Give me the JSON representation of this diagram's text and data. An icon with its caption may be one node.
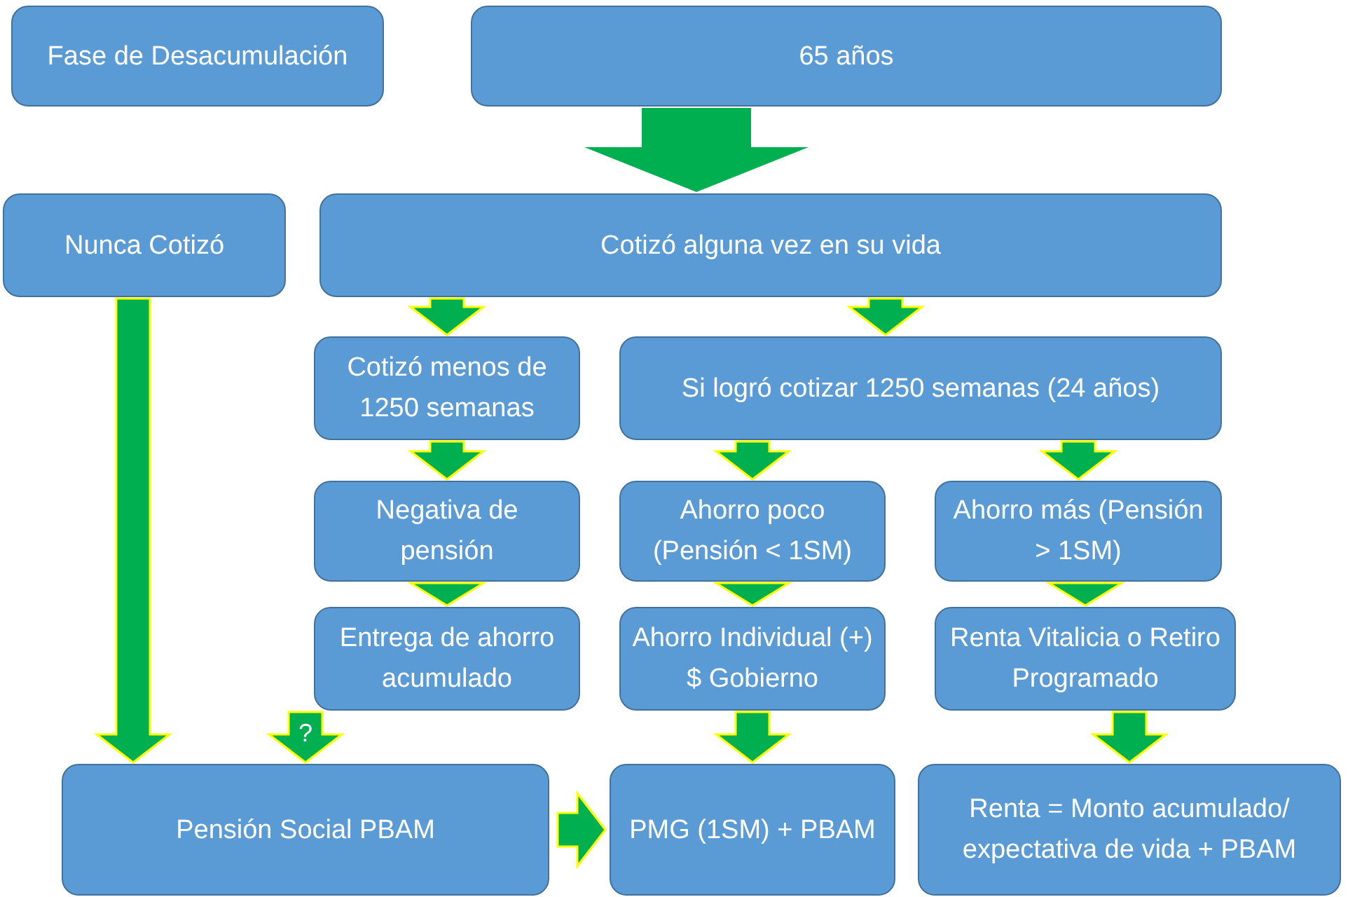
{
  "diagram": {
    "nodes": [
      {
        "text": [
          "Fase de Desacumulación"
        ]
      },
      {
        "text": [
          "65 años"
        ]
      },
      {
        "text": [
          "Nunca Cotizó"
        ]
      },
      {
        "text": [
          "Cotizó alguna vez en su vida"
        ]
      },
      {
        "text": [
          "Cotizó menos de 1250 semanas"
        ]
      },
      {
        "text": [
          "Si logró cotizar 1250 semanas (24 años)"
        ]
      },
      {
        "text": [
          "Negativa de pensión"
        ]
      },
      {
        "text": [
          "Ahorro poco (Pensión < 1SM)"
        ]
      },
      {
        "text": [
          "Ahorro más (Pensión > 1SM)"
        ]
      },
      {
        "text": [
          "Entrega de ahorro acumulado"
        ]
      },
      {
        "text": [
          "Ahorro Individual (+) $ Gobierno"
        ]
      },
      {
        "text": [
          "Renta Vitalicia o Retiro Programado"
        ]
      },
      {
        "text": [
          "Pensión Social PBAM"
        ]
      },
      {
        "text": [
          "PMG (1SM) + PBAM"
        ]
      },
      {
        "text": [
          "Renta = Monto acumulado/ expectativa de vida + PBAM"
        ]
      }
    ],
    "edges": [
      {
        "from": 1,
        "to": 3,
        "arrow": "to",
        "style": "thick"
      },
      {
        "from": 2,
        "to": 12,
        "arrow": "to"
      },
      {
        "from": 3,
        "to": 4,
        "arrow": "to"
      },
      {
        "from": 3,
        "to": 5,
        "arrow": "to"
      },
      {
        "from": 4,
        "to": 6,
        "arrow": "to"
      },
      {
        "from": 5,
        "to": 7,
        "arrow": "to"
      },
      {
        "from": 5,
        "to": 8,
        "arrow": "to"
      },
      {
        "from": 6,
        "to": 9,
        "arrow": "to"
      },
      {
        "from": 7,
        "to": 10,
        "arrow": "to"
      },
      {
        "from": 8,
        "to": 11,
        "arrow": "to"
      },
      {
        "from": 9,
        "to": 12,
        "arrow": "to",
        "label": "?"
      },
      {
        "from": 10,
        "to": 13,
        "arrow": "to"
      },
      {
        "from": 11,
        "to": 14,
        "arrow": "to"
      },
      {
        "from": 12,
        "to": 13,
        "arrow": "to"
      }
    ]
  }
}
